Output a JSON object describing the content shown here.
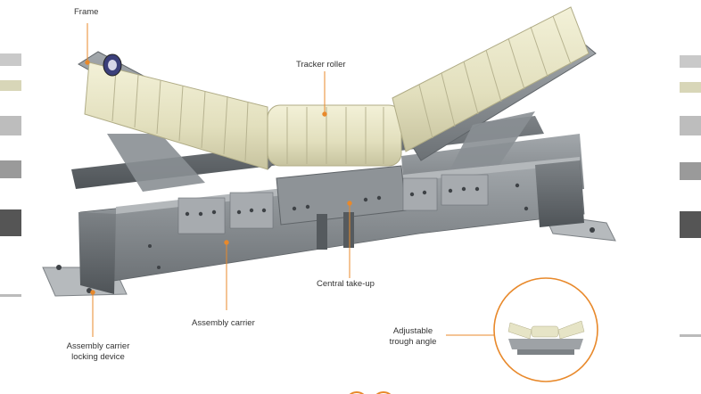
{
  "labels": {
    "frame": "Frame",
    "tracker_roller": "Tracker roller",
    "central_take_up": "Central take-up",
    "assembly_carrier": "Assembly carrier",
    "locking_device_line1": "Assembly carrier",
    "locking_device_line2": "locking device",
    "trough_line1": "Adjustable",
    "trough_line2": "trough angle"
  },
  "colors": {
    "accent": "#e8892b",
    "steel": "#8d9296",
    "steel_dark": "#5f6468",
    "roller": "#e6e4c6"
  }
}
